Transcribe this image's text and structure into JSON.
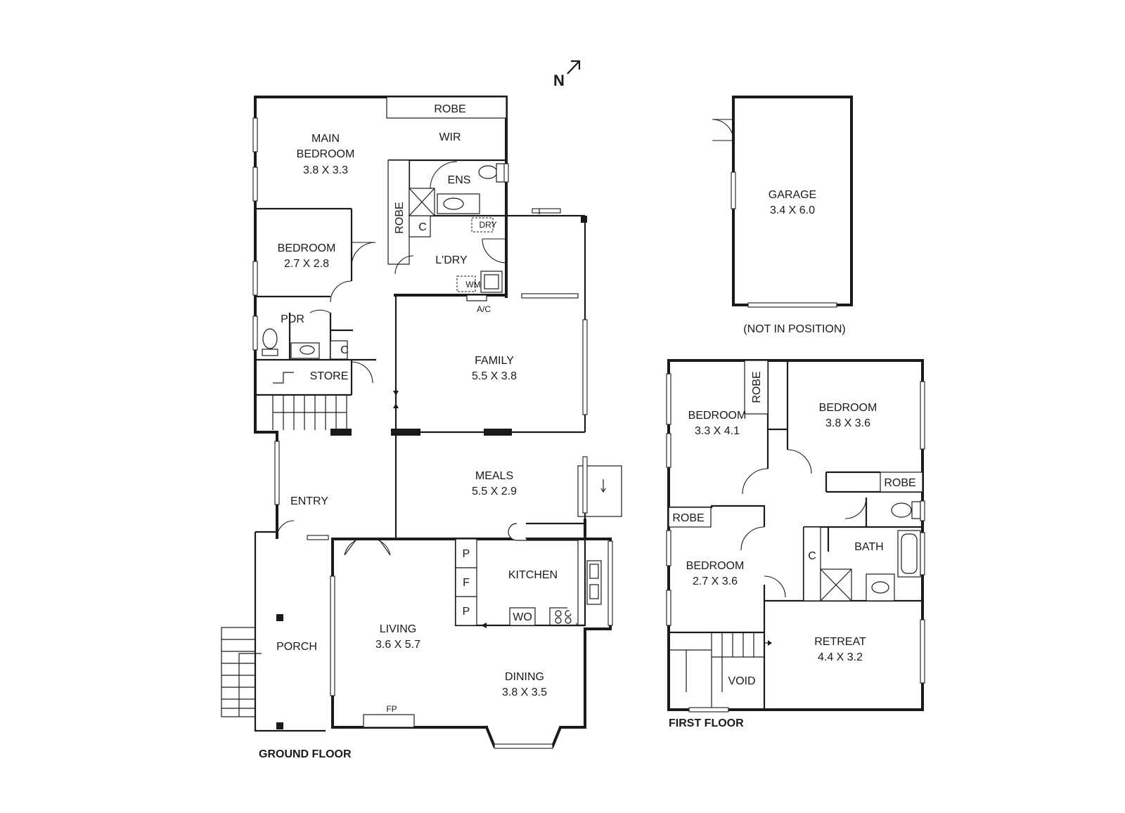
{
  "compass": {
    "label": "N",
    "icon": "north-arrow-icon"
  },
  "ground_floor": {
    "title": "GROUND FLOOR",
    "rooms": {
      "main_bedroom": {
        "line1": "MAIN",
        "line2": "BEDROOM",
        "dims": "3.8 X 3.3"
      },
      "robe_top": "ROBE",
      "wir": "WIR",
      "ens": "ENS",
      "robe_vertical": "ROBE",
      "c_laundry": "C",
      "dry": "DRY",
      "ldry": "L'DRY",
      "wm": "WM",
      "ac": "A/C",
      "bedroom": {
        "name": "BEDROOM",
        "dims": "2.7 X 2.8"
      },
      "pdr": "PDR",
      "c_pdr": "C",
      "store": "STORE",
      "family": {
        "name": "FAMILY",
        "dims": "5.5 X 3.8"
      },
      "meals": {
        "name": "MEALS",
        "dims": "5.5 X 2.9"
      },
      "entry": "ENTRY",
      "kitchen": "KITCHEN",
      "pantry_1": "P",
      "fridge": "F",
      "pantry_2": "P",
      "wo": "WO",
      "living": {
        "name": "LIVING",
        "dims": "3.6 X 5.7"
      },
      "dining": {
        "name": "DINING",
        "dims": "3.8 X 3.5"
      },
      "fp": "FP",
      "porch": "PORCH"
    }
  },
  "garage": {
    "name": "GARAGE",
    "dims": "3.4 X 6.0",
    "note": "(NOT IN POSITION)"
  },
  "first_floor": {
    "title": "FIRST FLOOR",
    "rooms": {
      "bedroom_1": {
        "name": "BEDROOM",
        "dims": "3.3 X 4.1"
      },
      "robe_1": "ROBE",
      "bedroom_2": {
        "name": "BEDROOM",
        "dims": "3.8 X 3.6"
      },
      "robe_2": "ROBE",
      "robe_3": "ROBE",
      "bedroom_3": {
        "name": "BEDROOM",
        "dims": "2.7 X 3.6"
      },
      "c": "C",
      "bath": "BATH",
      "retreat": {
        "name": "RETREAT",
        "dims": "4.4 X 3.2"
      },
      "void": "VOID"
    }
  }
}
